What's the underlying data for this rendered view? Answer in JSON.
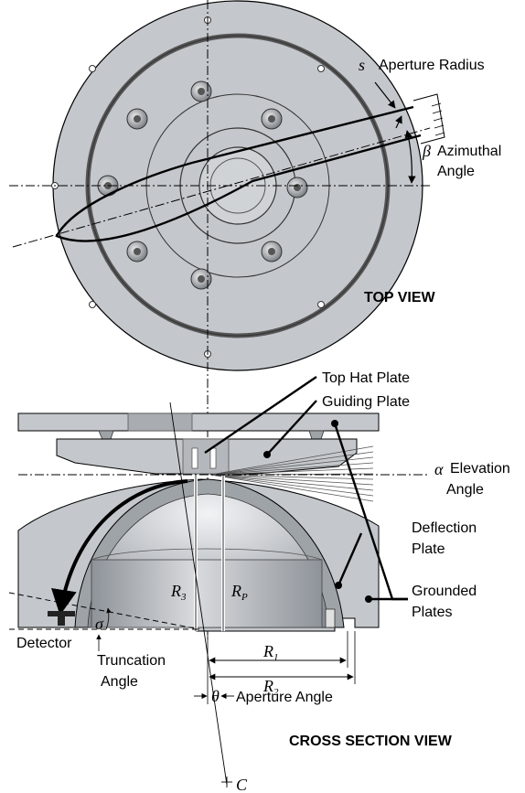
{
  "top_view": {
    "title": "TOP VIEW",
    "aperture_symbol": "s",
    "aperture_label": "Aperture Radius",
    "azimuthal_symbol": "β",
    "azimuthal_line1": "Azimuthal",
    "azimuthal_line2": "Angle"
  },
  "cross_section": {
    "title": "CROSS SECTION VIEW",
    "top_hat_plate": "Top Hat Plate",
    "guiding_plate": "Guiding Plate",
    "elevation_symbol": "α",
    "elevation_line1": "Elevation",
    "elevation_line2": "Angle",
    "deflection_line1": "Deflection",
    "deflection_line2": "Plate",
    "grounded_line1": "Grounded",
    "grounded_line2": "Plates",
    "detector": "Detector",
    "truncation_symbol": "σ",
    "truncation_line1": "Truncation",
    "truncation_line2": "Angle",
    "aperture_angle_symbol": "θ",
    "aperture_angle_label": "Aperture Angle",
    "center_label": "C",
    "r3_main": "R",
    "r3_sub": "3",
    "rp_main": "R",
    "rp_sub": "P",
    "r1_main": "R",
    "r1_sub": "1",
    "r2_main": "R",
    "r2_sub": "2"
  },
  "colors": {
    "plate_fill": "#c4c8cc",
    "plate_dark": "#9ea3a8",
    "plate_light": "#e2e4e7",
    "line": "#000000"
  }
}
